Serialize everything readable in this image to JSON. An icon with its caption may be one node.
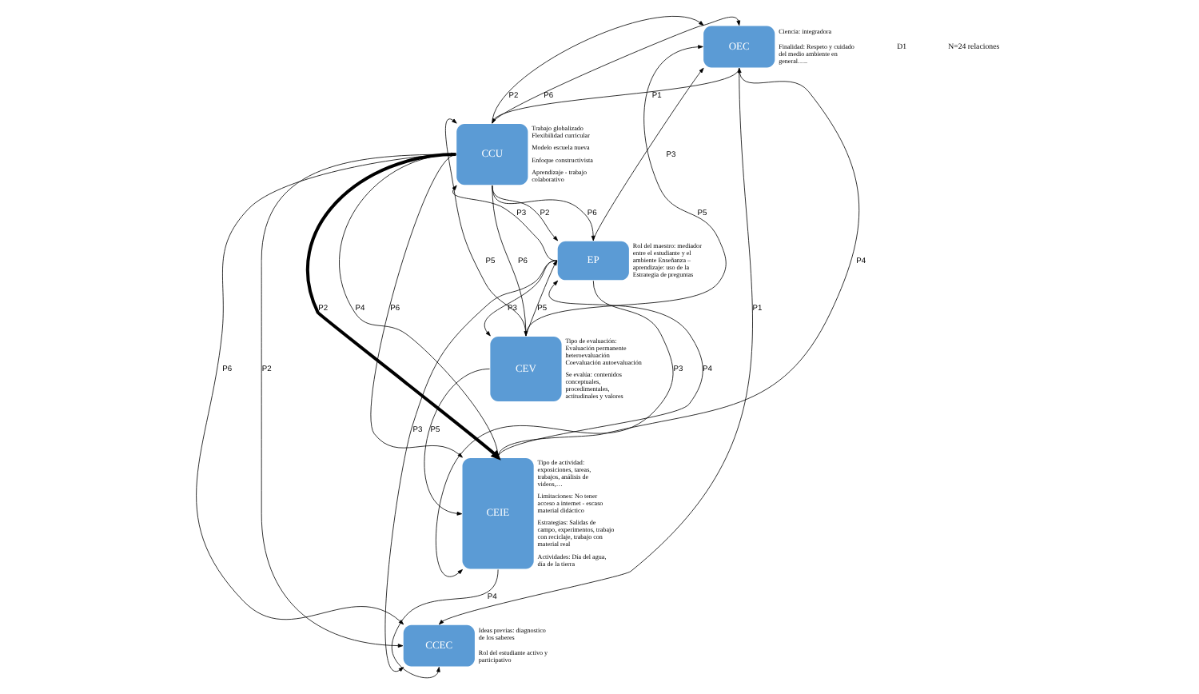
{
  "diagram": {
    "nodes": [
      {
        "text": [
          "OEC"
        ],
        "beside": [
          "Ciencia: integradora",
          "Finalidad: Respeto y cuidado del medio ambiente en general….."
        ]
      },
      {
        "text": [
          "CCU"
        ],
        "beside": [
          "Trabajo globalizado Flexibilidad curricular",
          "Modelo escuela nueva",
          "Enfoque constructivista",
          "Aprendizaje - trabajo colaborativo"
        ]
      },
      {
        "text": [
          "CEV"
        ],
        "beside": [
          "Tipo de evaluación: Evaluación permanente heteroevaluación Coevaluación autoevaluación",
          "Se evalúa: contenidos conceptuales, procedimentales, actitudinales y valores"
        ]
      },
      {
        "text": [
          "CCEC"
        ],
        "beside": [
          "Ideas previas: diagnostico de los saberes",
          "Rol del estudiante activo y participativo"
        ]
      },
      {
        "text": [
          "CEIE"
        ],
        "beside": [
          "Tipo de actividad: exposiciones, tareas, trabajos, análisis de videos,…",
          "Limitaciones: No tener acceso a internet - escaso material didáctico",
          "Estrategias: Salidas de campo, experimentos, trabajo con reciclaje, trabajo con material real",
          "Actividades: Día del agua, día de la tierra"
        ]
      },
      {
        "text": [
          "EP"
        ],
        "beside": [
          "Rol del maestro: mediador entre el estudiante y el ambiente Enseñanza – aprendizaje: uso de la Estrategia de preguntas"
        ]
      }
    ],
    "edges": [
      {
        "from": 1,
        "to": 0,
        "arrow": "to",
        "label": "P6"
      },
      {
        "from": 0,
        "to": 1,
        "arrow": "to",
        "label": "P1"
      },
      {
        "from": 1,
        "to": 0,
        "arrow": "to",
        "label": "P2"
      },
      {
        "from": 2,
        "to": 0,
        "arrow": "to",
        "label": "P5"
      },
      {
        "from": 1,
        "to": 2,
        "arrow": "to",
        "label": "P6"
      },
      {
        "from": 2,
        "to": 1,
        "arrow": "to",
        "label": "P5"
      },
      {
        "from": 0,
        "to": 3,
        "arrow": "to",
        "label": "P1"
      },
      {
        "from": 5,
        "to": 0,
        "arrow": "to",
        "label": "P3"
      },
      {
        "from": 4,
        "to": 0,
        "arrow": "to",
        "label": "P4"
      },
      {
        "from": 1,
        "to": 4,
        "arrow": "to",
        "label": "P2",
        "style": "thick"
      },
      {
        "from": 4,
        "to": 1,
        "arrow": "to",
        "label": "P4"
      },
      {
        "from": 1,
        "to": 4,
        "arrow": "to",
        "label": "P6"
      },
      {
        "from": 1,
        "to": 3,
        "arrow": "to",
        "label": "P6"
      },
      {
        "from": 1,
        "to": 3,
        "arrow": "to",
        "label": "P2"
      },
      {
        "from": 1,
        "to": 5,
        "arrow": "to",
        "label": "P6"
      },
      {
        "from": 5,
        "to": 1,
        "arrow": "to",
        "label": "P3"
      },
      {
        "from": 1,
        "to": 5,
        "arrow": "to",
        "label": "P2"
      },
      {
        "from": 5,
        "to": 3,
        "arrow": "to",
        "label": "P3"
      },
      {
        "from": 4,
        "to": 3,
        "arrow": "to",
        "label": "P4"
      },
      {
        "from": 5,
        "to": 2,
        "arrow": "to",
        "label": "P3"
      },
      {
        "from": 2,
        "to": 5,
        "arrow": "to",
        "label": "P5"
      },
      {
        "from": 2,
        "to": 4,
        "arrow": "to",
        "label": "P5"
      },
      {
        "from": 5,
        "to": 4,
        "arrow": "to",
        "label": "P3"
      },
      {
        "from": 4,
        "to": 5,
        "arrow": "to",
        "label": "P4"
      }
    ],
    "labels": [
      "D1",
      "N=24 relaciones"
    ]
  }
}
